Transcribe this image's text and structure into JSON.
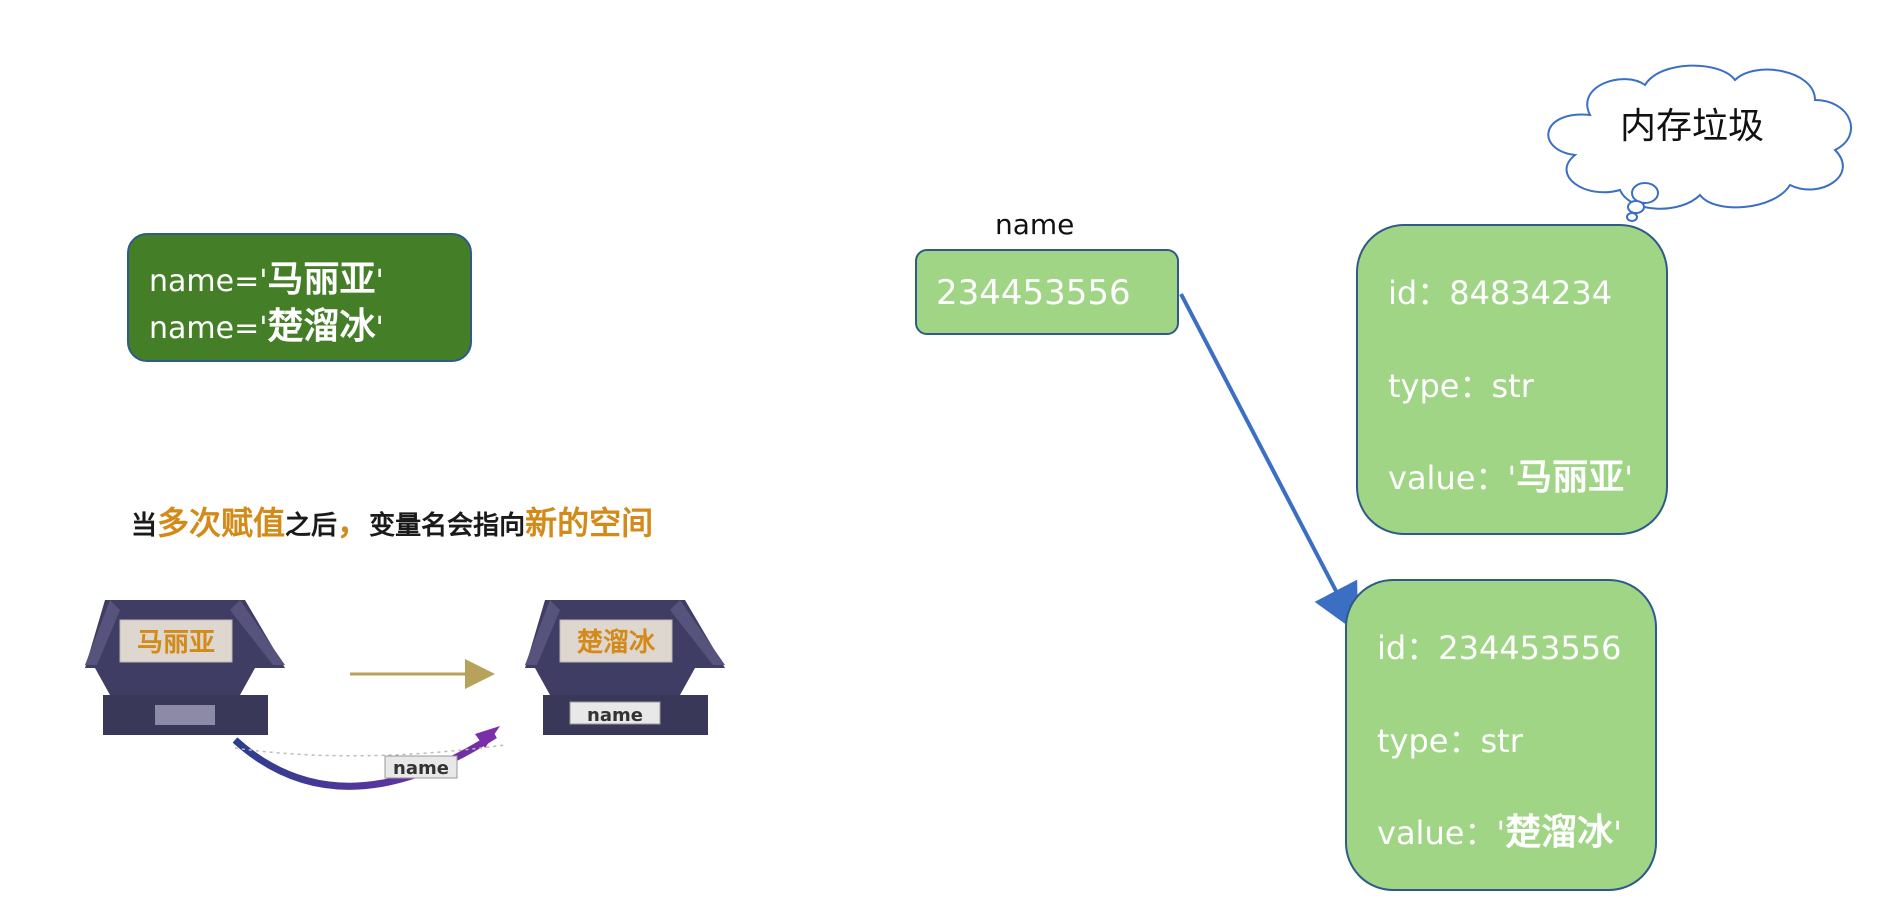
{
  "code": {
    "line1_prefix": "name='",
    "line1_value": "马丽亚",
    "line1_suffix": "'",
    "line2_prefix": "name='",
    "line2_value": "楚溜冰",
    "line2_suffix": "'"
  },
  "caption": {
    "p1": "当",
    "h1": "多次赋值",
    "p2": "之后",
    "p3": "，",
    "p4": "变量名会指向",
    "h2": "新的空间"
  },
  "illustration": {
    "box_left_label": "马丽亚",
    "box_right_label": "楚溜冰",
    "moving_tag": "name",
    "right_tag": "name"
  },
  "variable": {
    "label": "name",
    "address": "234453556"
  },
  "objects": [
    {
      "id_label": "id：",
      "id_value": "84834234",
      "type_label": "type：",
      "type_value": "str",
      "value_label": "value：",
      "value_quote_open": "'",
      "value": "马丽亚",
      "value_quote_close": "'"
    },
    {
      "id_label": "id：",
      "id_value": "234453556",
      "type_label": "type：",
      "type_value": "str",
      "value_label": "value：",
      "value_quote_open": "'",
      "value": "楚溜冰",
      "value_quote_close": "'"
    }
  ],
  "cloud": {
    "text": "内存垃圾"
  },
  "colors": {
    "code_box": "#447f28",
    "memory_box": "#9fd585",
    "border": "#2f5a8a",
    "arrow": "#3b6fc4",
    "highlight": "#d38a18",
    "box_dark": "#3f3d63"
  }
}
